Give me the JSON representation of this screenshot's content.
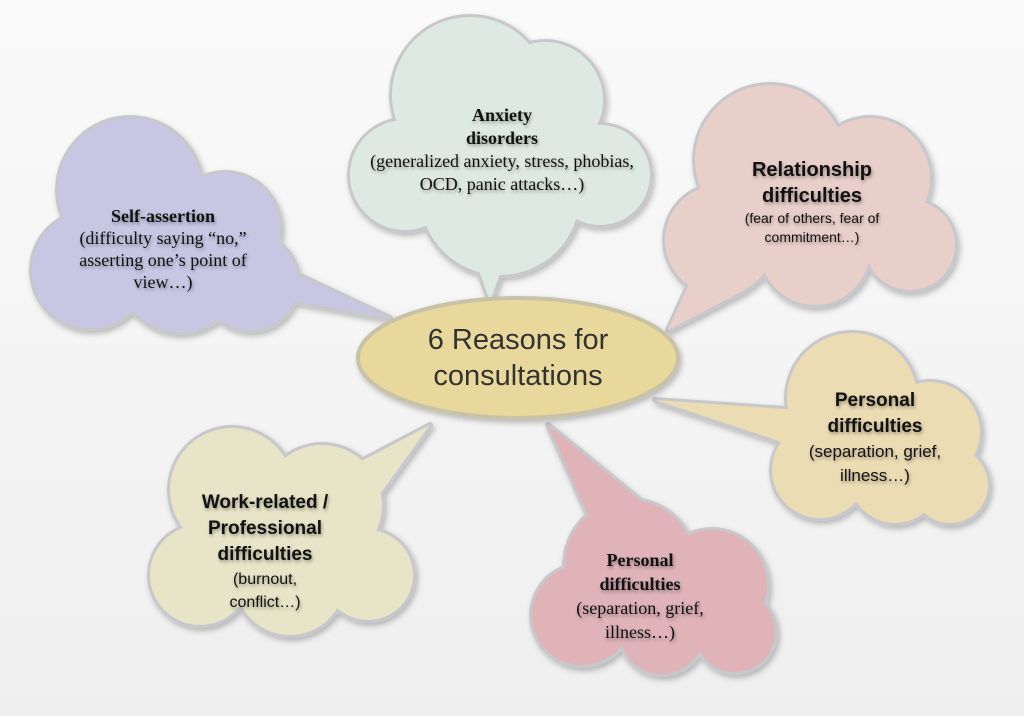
{
  "center": {
    "line1": "6 Reasons for",
    "line2": "consultations"
  },
  "clouds": [
    {
      "title": "Self-assertion",
      "desc": "(difficulty saying “no,” asserting one’s point of view…)",
      "color": "#c9c6e4"
    },
    {
      "title1": "Anxiety",
      "title2": "disorders",
      "desc": "(generalized anxiety, stress, phobias, OCD, panic attacks…)",
      "color": "#dfe9e4"
    },
    {
      "title1": "Relationship",
      "title2": "difficulties",
      "desc": "(fear of others, fear of commitment…)",
      "color": "#e9cfca"
    },
    {
      "title1": "Personal",
      "title2": "difficulties",
      "desc": "(separation, grief, illness…)",
      "color": "#ecdcb4"
    },
    {
      "title1": "Work-related /",
      "title2": "Professional",
      "title3": "difficulties",
      "desc": "(burnout, conflict…)",
      "color": "#e7e4c8"
    },
    {
      "title1": "Personal",
      "title2": "difficulties",
      "desc": "(separation, grief, illness…)",
      "color": "#dfb3b8"
    }
  ],
  "center_color": "#e8d89c",
  "border_color": "#c8c8cc"
}
